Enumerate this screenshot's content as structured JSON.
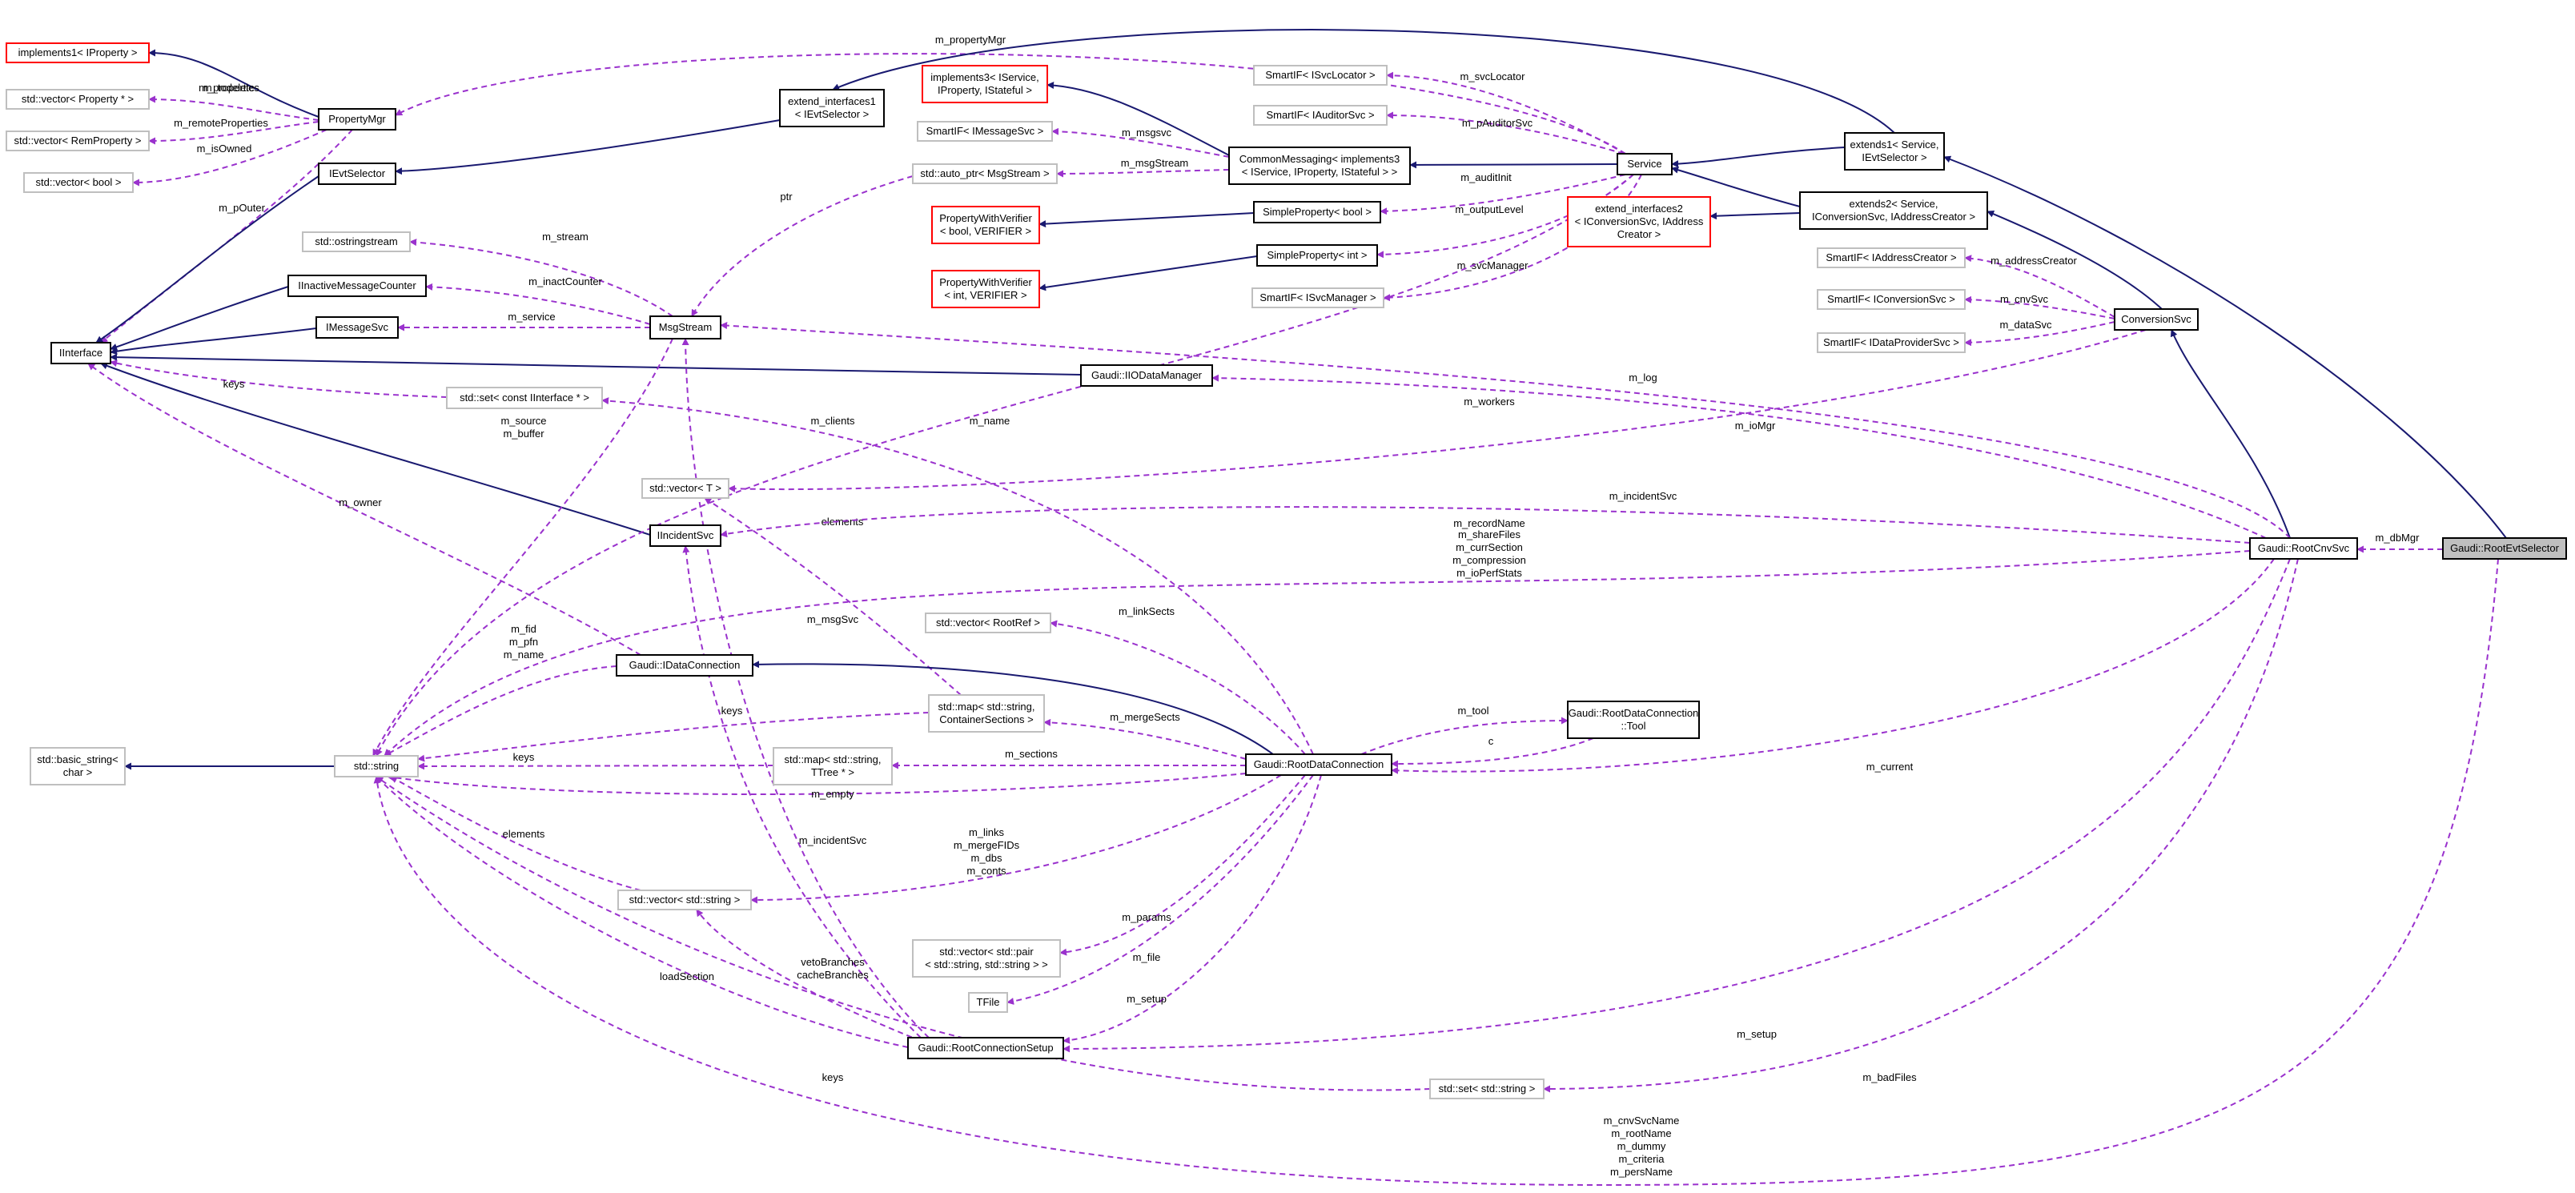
{
  "colors": {
    "inherit": "#191970",
    "usage": "#9a32cd",
    "template": "#ff0000",
    "undocumented": "#bfbfbf",
    "documented": "#000000",
    "focus_fill": "#bfbfbf"
  },
  "nodes": [
    {
      "id": "implements1",
      "lines": [
        "implements1< IProperty >"
      ],
      "style": "template"
    },
    {
      "id": "vecprop",
      "lines": [
        "std::vector< Property * >"
      ],
      "style": "undoc"
    },
    {
      "id": "vecremprop",
      "lines": [
        "std::vector< RemProperty >"
      ],
      "style": "undoc"
    },
    {
      "id": "vecbool",
      "lines": [
        "std::vector< bool >"
      ],
      "style": "undoc"
    },
    {
      "id": "propmgr",
      "lines": [
        "PropertyMgr"
      ],
      "style": "doc"
    },
    {
      "id": "extint1",
      "lines": [
        "extend_interfaces1",
        "< IEvtSelector >"
      ],
      "style": "doc"
    },
    {
      "id": "ievtsel",
      "lines": [
        "IEvtSelector"
      ],
      "style": "doc"
    },
    {
      "id": "ostringstream",
      "lines": [
        "std::ostringstream"
      ],
      "style": "undoc"
    },
    {
      "id": "iinactive",
      "lines": [
        "IInactiveMessageCounter"
      ],
      "style": "doc"
    },
    {
      "id": "imsgsvc",
      "lines": [
        "IMessageSvc"
      ],
      "style": "doc"
    },
    {
      "id": "iinterface",
      "lines": [
        "IInterface"
      ],
      "style": "doc"
    },
    {
      "id": "msgstream",
      "lines": [
        "MsgStream"
      ],
      "style": "doc"
    },
    {
      "id": "impl3",
      "lines": [
        "implements3< IService,",
        "IProperty, IStateful >"
      ],
      "style": "template"
    },
    {
      "id": "smartmsg",
      "lines": [
        "SmartIF< IMessageSvc >"
      ],
      "style": "undoc"
    },
    {
      "id": "autoptr",
      "lines": [
        "std::auto_ptr< MsgStream >"
      ],
      "style": "undoc"
    },
    {
      "id": "pwvbool",
      "lines": [
        "PropertyWithVerifier",
        "< bool, VERIFIER >"
      ],
      "style": "template"
    },
    {
      "id": "pwvint",
      "lines": [
        "PropertyWithVerifier",
        "< int, VERIFIER >"
      ],
      "style": "template"
    },
    {
      "id": "smartsvcloc",
      "lines": [
        "SmartIF< ISvcLocator >"
      ],
      "style": "undoc"
    },
    {
      "id": "smartaud",
      "lines": [
        "SmartIF< IAuditorSvc >"
      ],
      "style": "undoc"
    },
    {
      "id": "commsg",
      "lines": [
        "CommonMessaging< implements3",
        "< IService, IProperty, IStateful > >"
      ],
      "style": "doc"
    },
    {
      "id": "spbool",
      "lines": [
        "SimpleProperty< bool >"
      ],
      "style": "doc"
    },
    {
      "id": "spint",
      "lines": [
        "SimpleProperty< int >"
      ],
      "style": "doc"
    },
    {
      "id": "smartsvcmgr",
      "lines": [
        "SmartIF< ISvcManager >"
      ],
      "style": "undoc"
    },
    {
      "id": "service",
      "lines": [
        "Service"
      ],
      "style": "doc"
    },
    {
      "id": "extint2",
      "lines": [
        "extend_interfaces2",
        "< IConversionSvc, IAddress",
        "Creator >"
      ],
      "style": "template"
    },
    {
      "id": "extends1",
      "lines": [
        "extends1< Service,",
        "IEvtSelector >"
      ],
      "style": "doc"
    },
    {
      "id": "extends2",
      "lines": [
        "extends2< Service,",
        "IConversionSvc, IAddressCreator >"
      ],
      "style": "doc"
    },
    {
      "id": "smartaddr",
      "lines": [
        "SmartIF< IAddressCreator >"
      ],
      "style": "undoc"
    },
    {
      "id": "smartconv",
      "lines": [
        "SmartIF< IConversionSvc >"
      ],
      "style": "undoc"
    },
    {
      "id": "smartdp",
      "lines": [
        "SmartIF< IDataProviderSvc >"
      ],
      "style": "undoc"
    },
    {
      "id": "convsvc",
      "lines": [
        "ConversionSvc"
      ],
      "style": "doc"
    },
    {
      "id": "iiodm",
      "lines": [
        "Gaudi::IIODataManager"
      ],
      "style": "doc"
    },
    {
      "id": "setiface",
      "lines": [
        "std::set< const IInterface * >"
      ],
      "style": "undoc"
    },
    {
      "id": "vect",
      "lines": [
        "std::vector< T >"
      ],
      "style": "undoc"
    },
    {
      "id": "iincident",
      "lines": [
        "IIncidentSvc"
      ],
      "style": "doc"
    },
    {
      "id": "vecrootref",
      "lines": [
        "std::vector< RootRef >"
      ],
      "style": "undoc"
    },
    {
      "id": "idataconn",
      "lines": [
        "Gaudi::IDataConnection"
      ],
      "style": "doc"
    },
    {
      "id": "basicstring",
      "lines": [
        "std::basic_string<",
        "char >"
      ],
      "style": "undoc"
    },
    {
      "id": "stdstring",
      "lines": [
        "std::string"
      ],
      "style": "undoc"
    },
    {
      "id": "mapcont",
      "lines": [
        "std::map< std::string,",
        "ContainerSections >"
      ],
      "style": "undoc"
    },
    {
      "id": "mapttree",
      "lines": [
        "std::map< std::string,",
        "TTree * >"
      ],
      "style": "undoc"
    },
    {
      "id": "rootdataconn",
      "lines": [
        "Gaudi::RootDataConnection"
      ],
      "style": "doc"
    },
    {
      "id": "tool",
      "lines": [
        "Gaudi::RootDataConnection",
        "::Tool"
      ],
      "style": "doc"
    },
    {
      "id": "vecstring",
      "lines": [
        "std::vector< std::string >"
      ],
      "style": "undoc"
    },
    {
      "id": "vecpair",
      "lines": [
        "std::vector< std::pair",
        "< std::string, std::string > >"
      ],
      "style": "undoc"
    },
    {
      "id": "tfile",
      "lines": [
        "TFile"
      ],
      "style": "undoc"
    },
    {
      "id": "rootconnsetup",
      "lines": [
        "Gaudi::RootConnectionSetup"
      ],
      "style": "doc"
    },
    {
      "id": "setstring",
      "lines": [
        "std::set< std::string >"
      ],
      "style": "undoc"
    },
    {
      "id": "rootcnvsvc",
      "lines": [
        "Gaudi::RootCnvSvc"
      ],
      "style": "doc"
    },
    {
      "id": "rootevtsel",
      "lines": [
        "Gaudi::RootEvtSelector"
      ],
      "style": "focus"
    }
  ],
  "edges": [
    {
      "from": "propmgr",
      "to": "implements1",
      "kind": "inherit",
      "labels": []
    },
    {
      "from": "propmgr",
      "to": "vecprop",
      "kind": "usage",
      "labels": [
        "m_todelete",
        "m_properties"
      ]
    },
    {
      "from": "propmgr",
      "to": "vecremprop",
      "kind": "usage",
      "labels": [
        "m_remoteProperties"
      ]
    },
    {
      "from": "propmgr",
      "to": "vecbool",
      "kind": "usage",
      "labels": [
        "m_isOwned"
      ]
    },
    {
      "from": "propmgr",
      "to": "iinterface",
      "kind": "usage",
      "labels": [
        "m_pOuter"
      ]
    },
    {
      "from": "ievtsel",
      "to": "iinterface",
      "kind": "inherit",
      "labels": []
    },
    {
      "from": "extint1",
      "to": "ievtsel",
      "kind": "inherit",
      "labels": []
    },
    {
      "from": "iinactive",
      "to": "iinterface",
      "kind": "inherit",
      "labels": []
    },
    {
      "from": "imsgsvc",
      "to": "iinterface",
      "kind": "inherit",
      "labels": []
    },
    {
      "from": "iiodm",
      "to": "iinterface",
      "kind": "inherit",
      "labels": []
    },
    {
      "from": "iincident",
      "to": "iinterface",
      "kind": "inherit",
      "labels": []
    },
    {
      "from": "idataconn",
      "to": "iinterface",
      "kind": "usage",
      "labels": [
        "m_owner"
      ]
    },
    {
      "from": "setiface",
      "to": "iinterface",
      "kind": "usage",
      "labels": [
        "keys"
      ]
    },
    {
      "from": "msgstream",
      "to": "ostringstream",
      "kind": "usage",
      "labels": [
        "m_stream"
      ]
    },
    {
      "from": "msgstream",
      "to": "iinactive",
      "kind": "usage",
      "labels": [
        "m_inactCounter"
      ]
    },
    {
      "from": "msgstream",
      "to": "imsgsvc",
      "kind": "usage",
      "labels": [
        "m_service"
      ]
    },
    {
      "from": "msgstream",
      "to": "stdstring",
      "kind": "usage",
      "labels": [
        "m_source",
        "m_buffer"
      ]
    },
    {
      "from": "autoptr",
      "to": "msgstream",
      "kind": "usage",
      "labels": [
        "ptr"
      ]
    },
    {
      "from": "commsg",
      "to": "impl3",
      "kind": "inherit",
      "labels": []
    },
    {
      "from": "commsg",
      "to": "smartmsg",
      "kind": "usage",
      "labels": [
        "m_msgsvc"
      ]
    },
    {
      "from": "commsg",
      "to": "autoptr",
      "kind": "usage",
      "labels": [
        "m_msgStream"
      ]
    },
    {
      "from": "spbool",
      "to": "pwvbool",
      "kind": "inherit",
      "labels": []
    },
    {
      "from": "spint",
      "to": "pwvint",
      "kind": "inherit",
      "labels": []
    },
    {
      "from": "service",
      "to": "commsg",
      "kind": "inherit",
      "labels": []
    },
    {
      "from": "service",
      "to": "smartsvcloc",
      "kind": "usage",
      "labels": [
        "m_svcLocator"
      ]
    },
    {
      "from": "service",
      "to": "smartaud",
      "kind": "usage",
      "labels": [
        "m_pAuditorSvc"
      ]
    },
    {
      "from": "service",
      "to": "spbool",
      "kind": "usage",
      "labels": [
        "m_auditInit"
      ]
    },
    {
      "from": "service",
      "to": "spint",
      "kind": "usage",
      "labels": [
        "m_outputLevel"
      ]
    },
    {
      "from": "service",
      "to": "smartsvcmgr",
      "kind": "usage",
      "labels": [
        "m_svcManager"
      ]
    },
    {
      "from": "service",
      "to": "propmgr",
      "kind": "usage",
      "labels": [
        "m_propertyMgr"
      ]
    },
    {
      "from": "service",
      "to": "stdstring",
      "kind": "usage",
      "labels": [
        "m_name"
      ]
    },
    {
      "from": "extends1",
      "to": "service",
      "kind": "inherit",
      "labels": []
    },
    {
      "from": "extends1",
      "to": "extint1",
      "kind": "inherit",
      "labels": []
    },
    {
      "from": "extends2",
      "to": "service",
      "kind": "inherit",
      "labels": []
    },
    {
      "from": "extends2",
      "to": "extint2",
      "kind": "inherit",
      "labels": []
    },
    {
      "from": "convsvc",
      "to": "extends2",
      "kind": "inherit",
      "labels": []
    },
    {
      "from": "convsvc",
      "to": "smartaddr",
      "kind": "usage",
      "labels": [
        "m_addressCreator"
      ]
    },
    {
      "from": "convsvc",
      "to": "smartconv",
      "kind": "usage",
      "labels": [
        "m_cnvSvc"
      ]
    },
    {
      "from": "convsvc",
      "to": "smartdp",
      "kind": "usage",
      "labels": [
        "m_dataSvc"
      ]
    },
    {
      "from": "convsvc",
      "to": "vect",
      "kind": "usage",
      "labels": [
        "m_workers"
      ]
    },
    {
      "from": "idataconn",
      "to": "stdstring",
      "kind": "usage",
      "labels": [
        "m_fid",
        "m_pfn",
        "m_name"
      ]
    },
    {
      "from": "stdstring",
      "to": "basicstring",
      "kind": "inherit",
      "labels": []
    },
    {
      "from": "mapcont",
      "to": "stdstring",
      "kind": "usage",
      "labels": [
        "keys"
      ]
    },
    {
      "from": "mapttree",
      "to": "stdstring",
      "kind": "usage",
      "labels": [
        "keys"
      ]
    },
    {
      "from": "vecstring",
      "to": "stdstring",
      "kind": "usage",
      "labels": [
        "elements"
      ]
    },
    {
      "from": "setstring",
      "to": "stdstring",
      "kind": "usage",
      "labels": [
        "keys"
      ]
    },
    {
      "from": "mapcont",
      "to": "vect",
      "kind": "usage",
      "labels": [
        "elements"
      ]
    },
    {
      "from": "rootdataconn",
      "to": "idataconn",
      "kind": "inherit",
      "labels": []
    },
    {
      "from": "rootdataconn",
      "to": "vecrootref",
      "kind": "usage",
      "labels": [
        "m_linkSects"
      ]
    },
    {
      "from": "rootdataconn",
      "to": "mapcont",
      "kind": "usage",
      "labels": [
        "m_mergeSects"
      ]
    },
    {
      "from": "rootdataconn",
      "to": "mapttree",
      "kind": "usage",
      "labels": [
        "m_sections"
      ]
    },
    {
      "from": "rootdataconn",
      "to": "stdstring",
      "kind": "usage",
      "labels": [
        "m_empty"
      ]
    },
    {
      "from": "rootdataconn",
      "to": "tool",
      "kind": "usage",
      "labels": [
        "m_tool"
      ]
    },
    {
      "from": "tool",
      "to": "rootdataconn",
      "kind": "usage",
      "labels": [
        "c"
      ]
    },
    {
      "from": "rootdataconn",
      "to": "vecstring",
      "kind": "usage",
      "labels": [
        "m_links",
        "m_mergeFIDs",
        "m_dbs",
        "m_conts"
      ]
    },
    {
      "from": "rootdataconn",
      "to": "vecpair",
      "kind": "usage",
      "labels": [
        "m_params"
      ]
    },
    {
      "from": "rootdataconn",
      "to": "tfile",
      "kind": "usage",
      "labels": [
        "m_file"
      ]
    },
    {
      "from": "rootdataconn",
      "to": "rootconnsetup",
      "kind": "usage",
      "labels": [
        "m_setup"
      ]
    },
    {
      "from": "rootdataconn",
      "to": "setiface",
      "kind": "usage",
      "labels": [
        "m_clients"
      ]
    },
    {
      "from": "rootconnsetup",
      "to": "msgstream",
      "kind": "usage",
      "labels": [
        "m_msgSvc"
      ]
    },
    {
      "from": "rootconnsetup",
      "to": "iincident",
      "kind": "usage",
      "labels": [
        "m_incidentSvc"
      ]
    },
    {
      "from": "rootconnsetup",
      "to": "vecstring",
      "kind": "usage",
      "labels": [
        "vetoBranches",
        "cacheBranches"
      ]
    },
    {
      "from": "rootconnsetup",
      "to": "stdstring",
      "kind": "usage",
      "labels": [
        "loadSection"
      ]
    },
    {
      "from": "rootcnvsvc",
      "to": "convsvc",
      "kind": "inherit",
      "labels": []
    },
    {
      "from": "rootcnvsvc",
      "to": "msgstream",
      "kind": "usage",
      "labels": [
        "m_log"
      ]
    },
    {
      "from": "rootcnvsvc",
      "to": "iiodm",
      "kind": "usage",
      "labels": [
        "m_ioMgr"
      ]
    },
    {
      "from": "rootcnvsvc",
      "to": "iincident",
      "kind": "usage",
      "labels": [
        "m_incidentSvc"
      ]
    },
    {
      "from": "rootcnvsvc",
      "to": "stdstring",
      "kind": "usage",
      "labels": [
        "m_recordName",
        "m_shareFiles",
        "m_currSection",
        "m_compression",
        "m_ioPerfStats"
      ]
    },
    {
      "from": "rootcnvsvc",
      "to": "rootdataconn",
      "kind": "usage",
      "labels": [
        "m_current"
      ]
    },
    {
      "from": "rootcnvsvc",
      "to": "rootconnsetup",
      "kind": "usage",
      "labels": [
        "m_setup"
      ]
    },
    {
      "from": "rootcnvsvc",
      "to": "setstring",
      "kind": "usage",
      "labels": [
        "m_badFiles"
      ]
    },
    {
      "from": "rootevtsel",
      "to": "extends1",
      "kind": "inherit",
      "labels": []
    },
    {
      "from": "rootevtsel",
      "to": "rootcnvsvc",
      "kind": "usage",
      "labels": [
        "m_dbMgr"
      ]
    },
    {
      "from": "rootevtsel",
      "to": "stdstring",
      "kind": "usage",
      "labels": [
        "m_cnvSvcName",
        "m_rootName",
        "m_dummy",
        "m_criteria",
        "m_persName"
      ]
    }
  ]
}
